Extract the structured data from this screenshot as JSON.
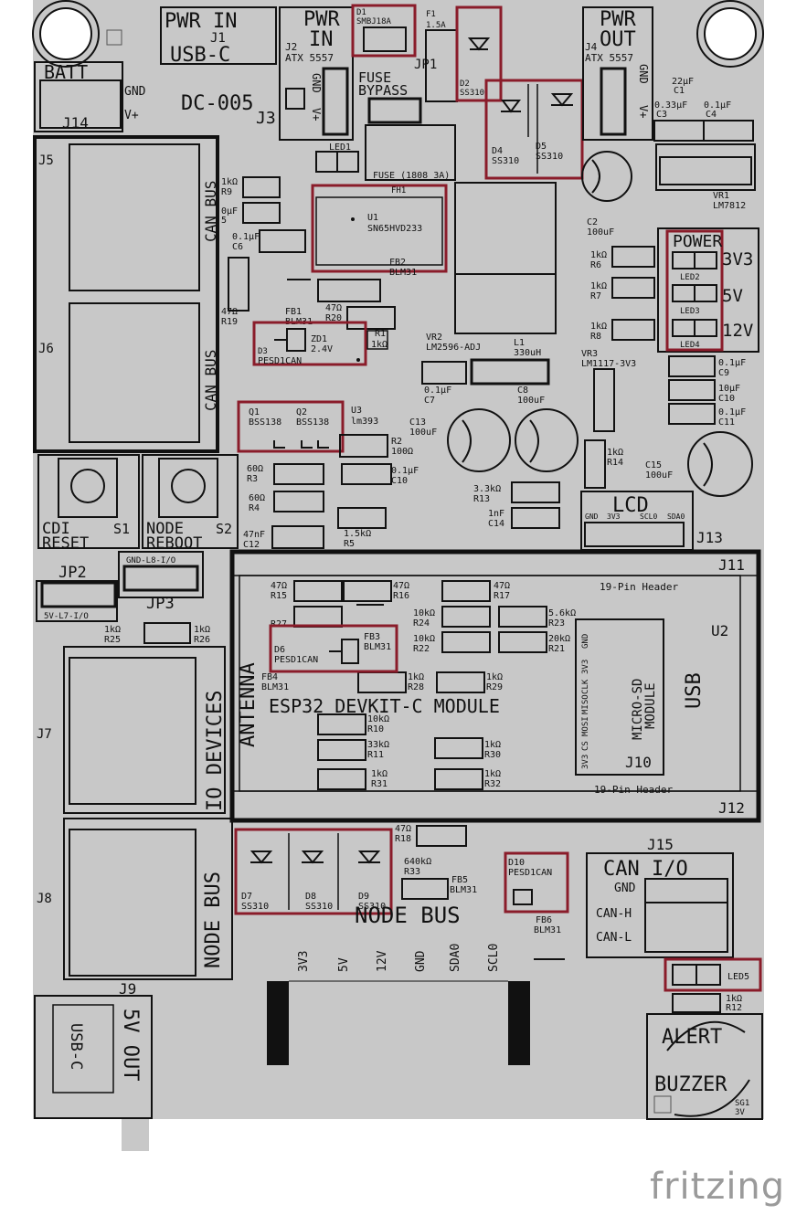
{
  "colors": {
    "board": "#c8c8c8",
    "outline": "#111111",
    "highlight": "#8a1c2a",
    "white": "#ffffff",
    "brand": "#9a9a9a"
  },
  "branding": "fritzing",
  "headers": {
    "pwr_in_usbc": [
      "PWR IN",
      "J1",
      "USB-C",
      "DC-005"
    ],
    "pwr_in": [
      "PWR",
      "IN",
      "J2",
      "ATX 5557",
      "GND",
      "V+",
      "J3"
    ],
    "fuse": [
      "F1",
      "1.5A",
      "JP1",
      "FUSE",
      "BYPASS",
      "FUSE (1808 3A)"
    ],
    "pwr_out": [
      "PWR",
      "OUT",
      "J4",
      "ATX 5557",
      "GND",
      "V+"
    ],
    "batt": [
      "BATT",
      "GND",
      "V+",
      "J14"
    ],
    "can_bus_upper": [
      "J5",
      "CAN BUS"
    ],
    "can_bus_lower": [
      "J6",
      "CAN BUS"
    ],
    "io": [
      "J7",
      "IO DEVICES"
    ],
    "node_bus_conn": [
      "J8",
      "NODE BUS"
    ],
    "usb_out": [
      "J9",
      "USB-C",
      "5V OUT"
    ],
    "lcd": [
      "LCD",
      "GND",
      "3V3",
      "SCL0",
      "SDA0",
      "J13"
    ],
    "can_io": [
      "J15",
      "CAN I/O",
      "GND",
      "CAN-H",
      "CAN-L"
    ],
    "power_leds": [
      "POWER",
      "3V3",
      "5V",
      "12V",
      "LED2",
      "LED3",
      "LED4"
    ],
    "alert": [
      "ALERT",
      "BUZZER",
      "SG1",
      "3V"
    ],
    "buttons": [
      "CDI",
      "RESET",
      "S1",
      "NODE",
      "REBOOT",
      "S2"
    ],
    "jumpers": [
      "JP2",
      "5V-L7-I/O",
      "GND-L8-I/O",
      "JP3"
    ],
    "esp32": [
      "ANTENNA",
      "ESP32 DEVKIT-C MODULE",
      "USB",
      "U2",
      "J11",
      "J12",
      "19-Pin Header",
      "19-Pin Header"
    ],
    "sd": [
      "MICRO-SD",
      "MODULE",
      "J10",
      "GND",
      "3V3",
      "CLK",
      "MISO",
      "MOSI",
      "CS",
      "3V3"
    ],
    "node_bus_pins": [
      "NODE BUS",
      "3V3",
      "5V",
      "12V",
      "GND",
      "SDA0",
      "SCL0"
    ]
  },
  "parts": {
    "d1": [
      "D1",
      "SMBJ18A"
    ],
    "d2": [
      "D2",
      "SS310"
    ],
    "d4": [
      "D4",
      "SS310"
    ],
    "d5": [
      "D5",
      "SS310"
    ],
    "u1": [
      "U1",
      "SN65HVD233",
      "FH1"
    ],
    "fb2": [
      "FB2",
      "BLM31"
    ],
    "zd1": [
      "ZD1",
      "2.4V",
      "D3",
      "PESD1CAN",
      "R1",
      "1kΩ"
    ],
    "q": [
      "Q1",
      "BSS138",
      "Q2",
      "BSS138"
    ],
    "u3": [
      "U3",
      "lm393"
    ],
    "d6": [
      "D6",
      "PESD1CAN",
      "FB3",
      "BLM31"
    ],
    "d7": [
      "D7",
      "SS310",
      "D8",
      "SS310",
      "D9",
      "SS310"
    ],
    "d10": [
      "D10",
      "PESD1CAN",
      "FB5",
      "BLM31",
      "FB6",
      "BLM31"
    ],
    "led1": "LED1",
    "led5": "LED5",
    "vr1": [
      "VR1",
      "LM7812"
    ],
    "vr2": [
      "VR2",
      "LM2596-ADJ",
      "L1",
      "330uH"
    ],
    "vr3": [
      "VR3",
      "LM1117-3V3"
    ],
    "c1": [
      "22µF",
      "C1"
    ],
    "c3": [
      "0.33µF",
      "C3"
    ],
    "c4": [
      "0.1µF",
      "C4"
    ],
    "c2": [
      "C2",
      "100uF"
    ],
    "c5": [
      "0µF",
      "5"
    ],
    "c6": [
      "0.1µF",
      "C6"
    ],
    "c7": [
      "0.1µF",
      "C7"
    ],
    "c8": [
      "C8",
      "100uF"
    ],
    "c9": [
      "0.1µF",
      "C9"
    ],
    "c10b": [
      "10µF",
      "C10"
    ],
    "c11": [
      "0.1µF",
      "C11"
    ],
    "c13": [
      "C13",
      "100uF"
    ],
    "c15": [
      "C15",
      "100uF"
    ],
    "c10": [
      "0.1µF",
      "C10"
    ],
    "c12": [
      "47nF",
      "C12"
    ],
    "c14": [
      "1nF",
      "C14"
    ],
    "r9": [
      "1kΩ",
      "R9"
    ],
    "r19": [
      "47Ω",
      "R19"
    ],
    "r20": [
      "47Ω",
      "R20"
    ],
    "fb1": [
      "FB1",
      "BLM31"
    ],
    "r6": [
      "1kΩ",
      "R6"
    ],
    "r7": [
      "1kΩ",
      "R7"
    ],
    "r8": [
      "1kΩ",
      "R8"
    ],
    "r2": [
      "R2",
      "100Ω"
    ],
    "r3": [
      "60Ω",
      "R3"
    ],
    "r4": [
      "60Ω",
      "R4"
    ],
    "r5": [
      "1.5kΩ",
      "R5"
    ],
    "r13": [
      "3.3kΩ",
      "R13"
    ],
    "r14": [
      "1kΩ",
      "R14"
    ],
    "r25": [
      "1kΩ",
      "R25"
    ],
    "r26": [
      "1kΩ",
      "R26"
    ],
    "r15": [
      "47Ω",
      "R15"
    ],
    "r16": [
      "47Ω",
      "R16"
    ],
    "r17": [
      "47Ω",
      "R17"
    ],
    "r27": "R27",
    "r24": [
      "10kΩ",
      "R24"
    ],
    "r22": [
      "10kΩ",
      "R22"
    ],
    "r23": [
      "5.6kΩ",
      "R23"
    ],
    "r21": [
      "20kΩ",
      "R21"
    ],
    "fb4": [
      "FB4",
      "BLM31"
    ],
    "r28": [
      "1kΩ",
      "R28"
    ],
    "r29": [
      "1kΩ",
      "R29"
    ],
    "r10": [
      "10kΩ",
      "R10"
    ],
    "r11": [
      "33kΩ",
      "R11"
    ],
    "r30": [
      "1kΩ",
      "R30"
    ],
    "r31": [
      "1kΩ",
      "R31"
    ],
    "r32": [
      "1kΩ",
      "R32"
    ],
    "r18": [
      "47Ω",
      "R18"
    ],
    "r33": [
      "640kΩ",
      "R33"
    ],
    "r12": [
      "1kΩ",
      "R12"
    ]
  }
}
